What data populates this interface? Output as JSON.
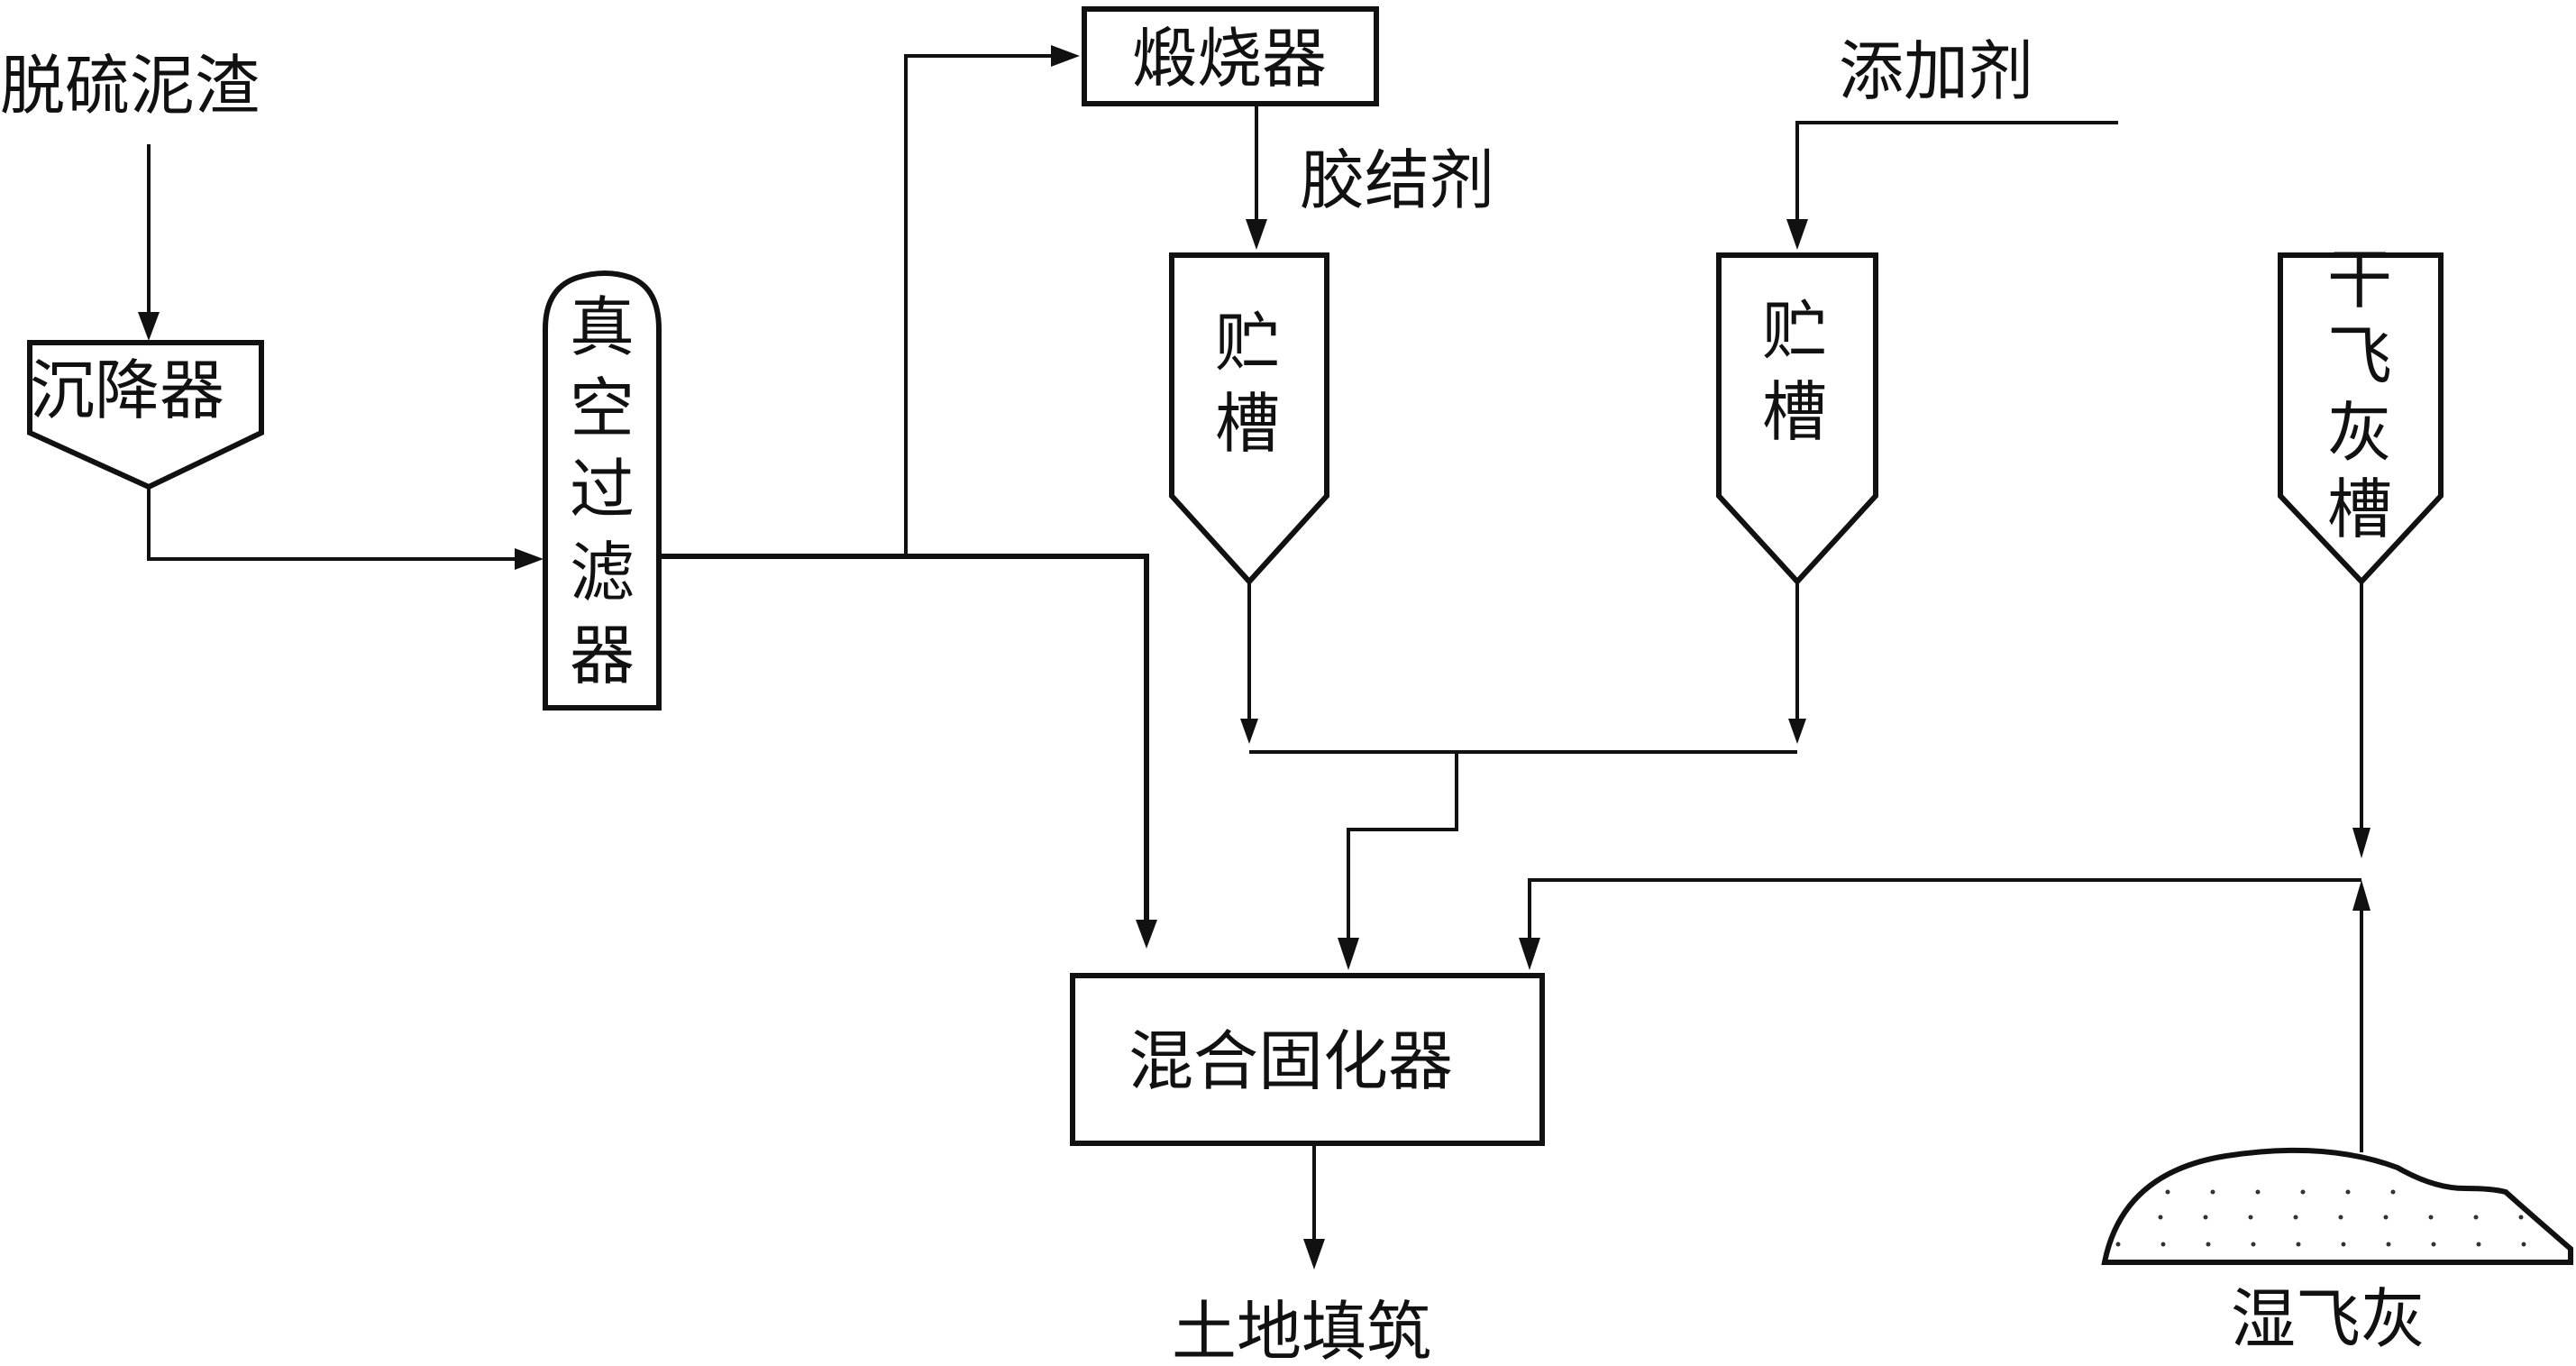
{
  "labels": {
    "source": "脱硫泥渣",
    "settler": "沉降器",
    "vacuum_filter": [
      "真",
      "空",
      "过",
      "滤",
      "器"
    ],
    "calciner": "煅烧器",
    "binder": "胶结剂",
    "additive": "添加剂",
    "storage_tank_1": [
      "贮",
      "槽"
    ],
    "storage_tank_2": [
      "贮",
      "槽"
    ],
    "dry_ash_tank": [
      "干",
      "飞",
      "灰",
      "槽"
    ],
    "mixer": "混合固化器",
    "output": "土地填筑",
    "wet_ash": "湿飞灰"
  },
  "colors": {
    "stroke": "#111111",
    "background": "#ffffff"
  }
}
